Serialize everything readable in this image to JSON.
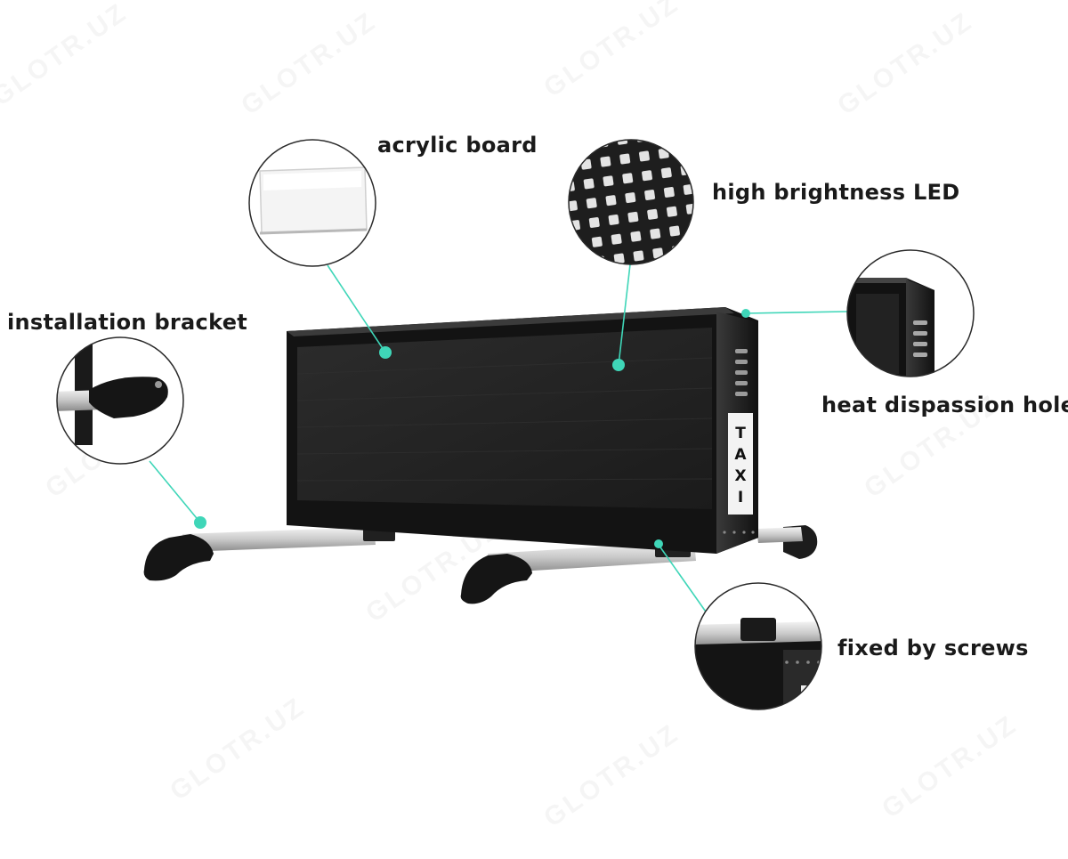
{
  "watermark": "GLOTR.UZ",
  "labels": {
    "acrylic_board": "acrylic board",
    "high_brightness_led": "high brightness LED",
    "installation_bracket": "installation bracket",
    "heat_dispassion_hole": "heat dispassion hole",
    "fixed_by_screws": "fixed by screws"
  },
  "product": {
    "side_sign": [
      "T",
      "A",
      "X",
      "I"
    ]
  },
  "colors": {
    "callout_accent": "#3fd6b8",
    "cabinet": "#151515",
    "screen": "#232323",
    "bracket_metal": "#d8d8d8"
  }
}
